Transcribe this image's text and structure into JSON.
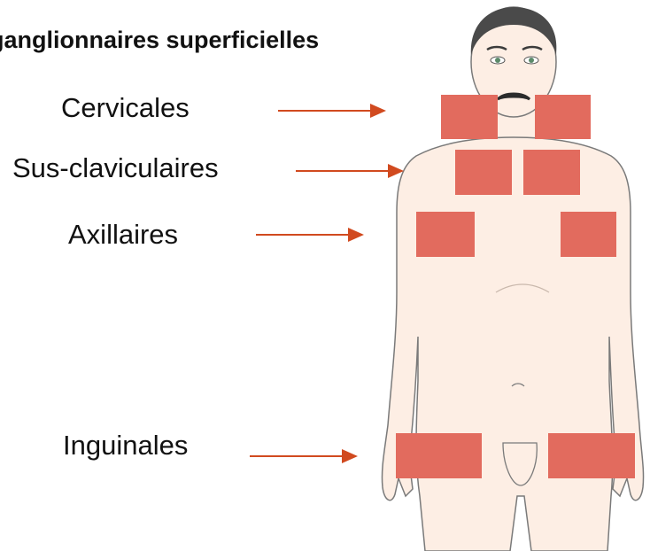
{
  "title": "ganglionnaires superficielles",
  "labels": {
    "cervicales": "Cervicales",
    "sus_claviculaires": "Sus-claviculaires",
    "axillaires": "Axillaires",
    "inguinales": "Inguinales"
  },
  "colors": {
    "node_box": "#e26b5e",
    "arrow": "#d14a1f",
    "skin": "#fdeee4",
    "outline": "#6b6b6b",
    "hair": "#4a4a4a"
  }
}
